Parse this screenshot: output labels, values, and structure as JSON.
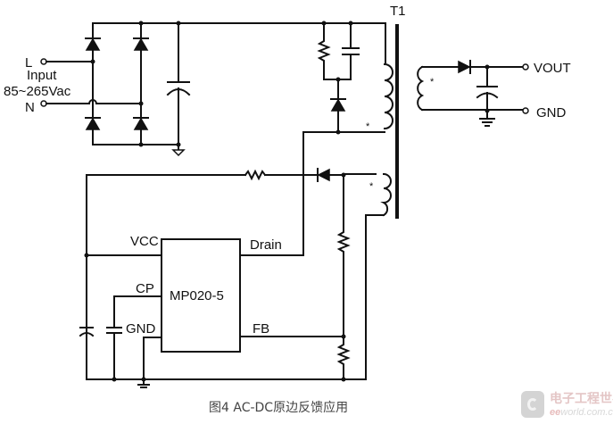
{
  "title": "AC-DC primary-side feedback application circuit",
  "caption": "图4 AC-DC原边反馈应用",
  "labels": {
    "line": "L",
    "input": "Input",
    "voltage_range": "85~265Vac",
    "neutral": "N",
    "transformer": "T1",
    "vout": "VOUT",
    "gnd_out": "GND",
    "ic_name": "MP020-5",
    "pin_vcc": "VCC",
    "pin_cp": "CP",
    "pin_gnd": "GND",
    "pin_drain": "Drain",
    "pin_fb": "FB",
    "dot_marker": "*"
  },
  "components": [
    {
      "id": "bridge-rectifier",
      "type": "diode-bridge",
      "count": 4
    },
    {
      "id": "bulk-capacitor",
      "type": "capacitor-polarized"
    },
    {
      "id": "snubber-resistor",
      "type": "resistor"
    },
    {
      "id": "snubber-capacitor",
      "type": "capacitor"
    },
    {
      "id": "snubber-diode",
      "type": "diode"
    },
    {
      "id": "transformer-t1",
      "type": "transformer",
      "windings": [
        "primary",
        "secondary",
        "auxiliary"
      ]
    },
    {
      "id": "output-diode",
      "type": "diode"
    },
    {
      "id": "output-capacitor",
      "type": "capacitor-polarized"
    },
    {
      "id": "vcc-resistor",
      "type": "resistor"
    },
    {
      "id": "aux-diode",
      "type": "diode"
    },
    {
      "id": "fb-divider-top",
      "type": "resistor"
    },
    {
      "id": "fb-divider-bottom",
      "type": "resistor"
    },
    {
      "id": "vcc-capacitor",
      "type": "capacitor-polarized"
    },
    {
      "id": "cp-capacitor",
      "type": "capacitor"
    },
    {
      "id": "controller-ic",
      "type": "ic",
      "name": "MP020-5"
    }
  ],
  "watermark": {
    "cn": "电子工程世界",
    "en_prefix": "ee",
    "en_rest": "world.com.cn"
  }
}
